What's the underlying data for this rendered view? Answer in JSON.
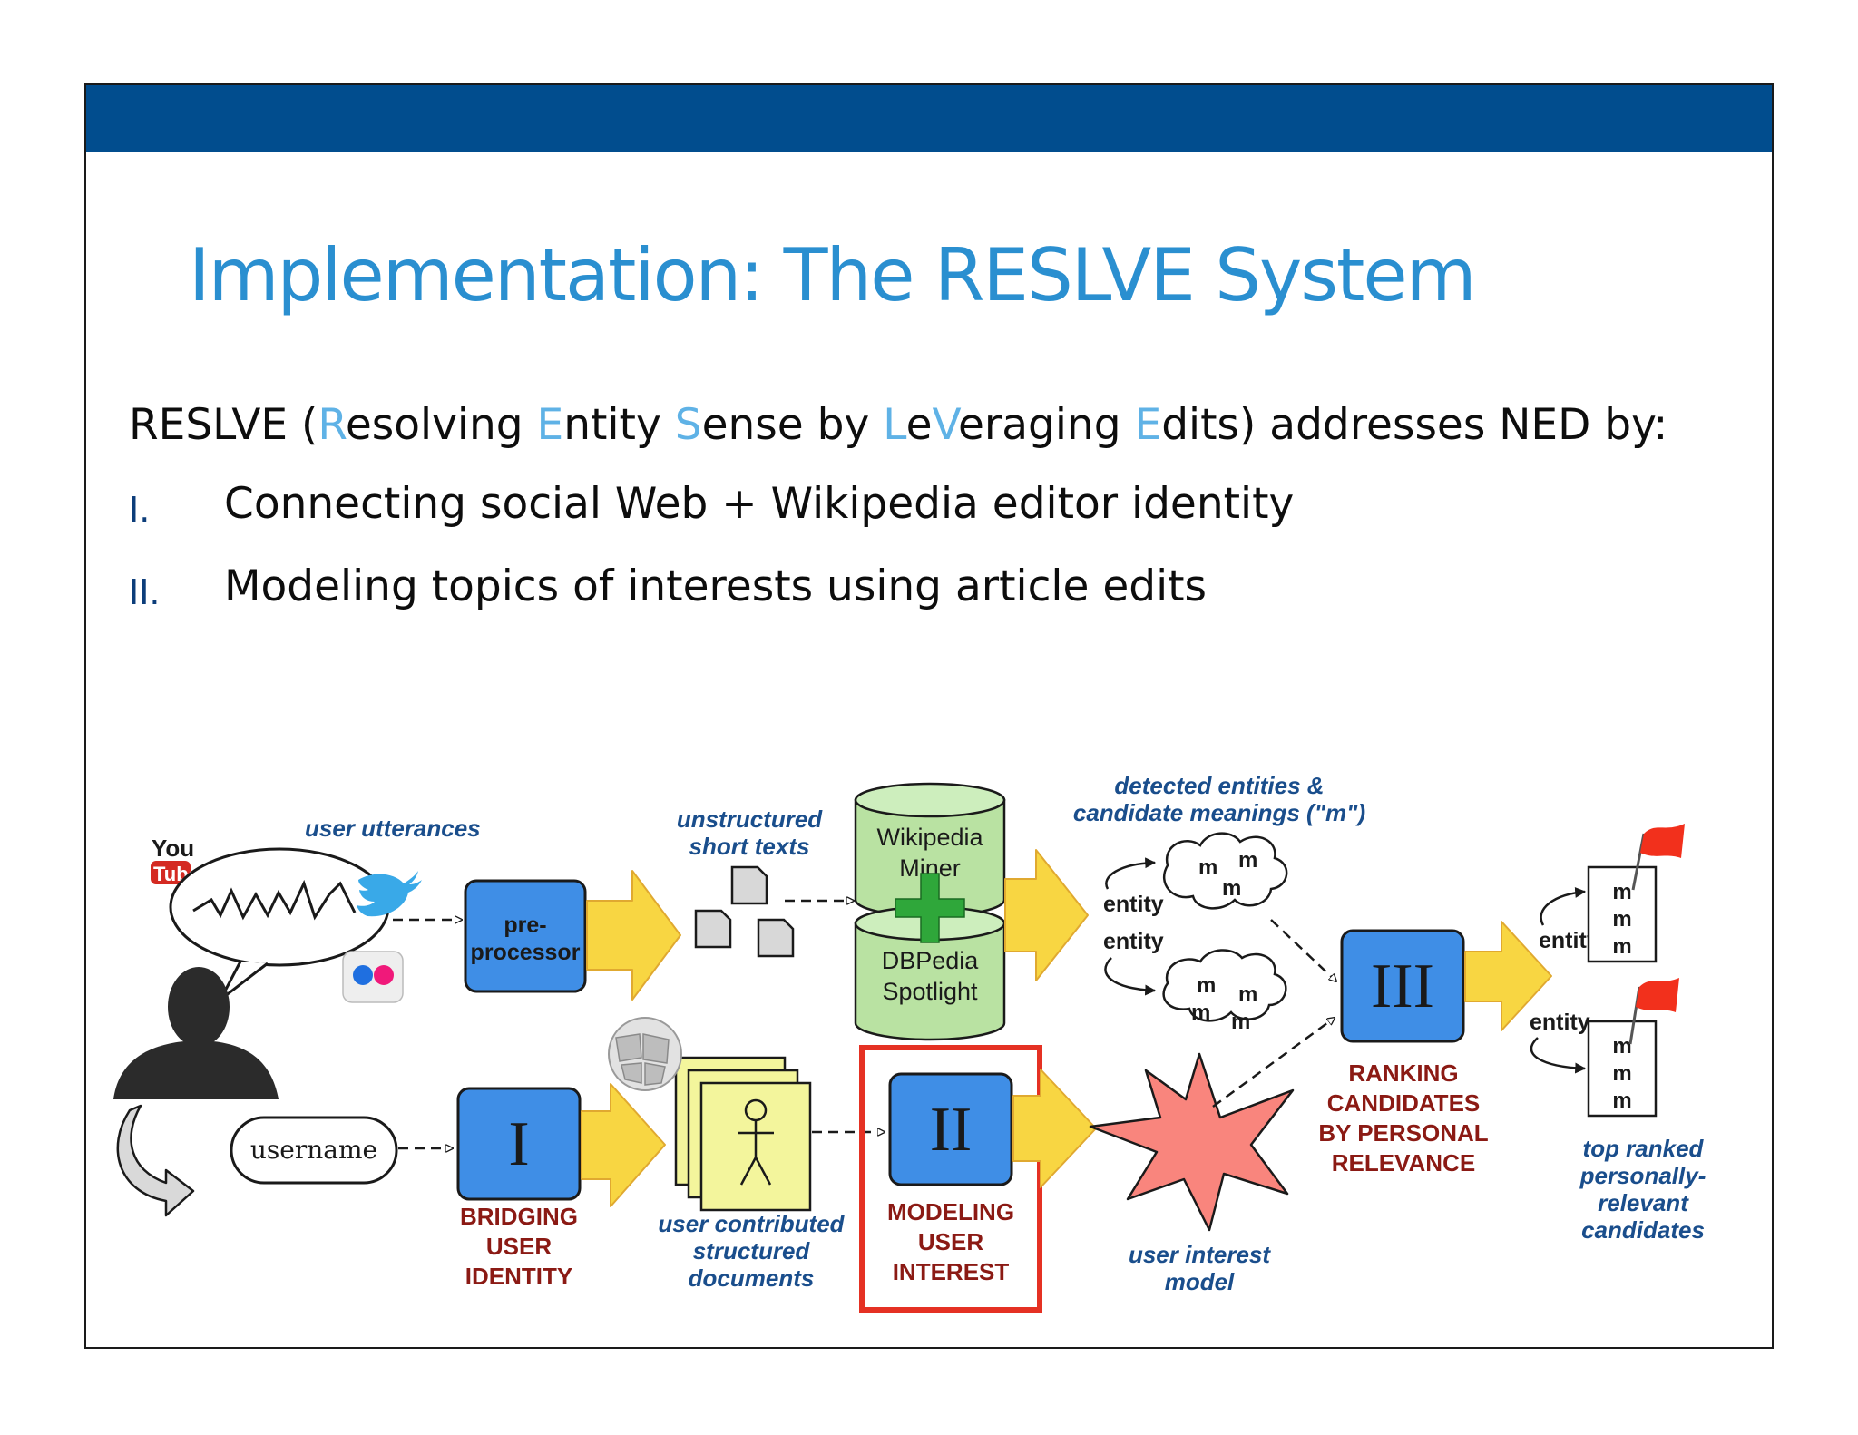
{
  "slide": {
    "title": "Implementation: The RESLVE System",
    "intro": {
      "p1": "RESLVE (",
      "h1": "R",
      "p2": "esolving ",
      "h2": "E",
      "p3": "ntity ",
      "h3": "S",
      "p4": "ense by ",
      "h4": "L",
      "p5": "e",
      "h5": "V",
      "p6": "eraging ",
      "h6": "E",
      "p7": "dits) addresses NED by:"
    },
    "bullets": [
      {
        "numeral": "I.",
        "text": "Connecting social Web + Wikipedia editor identity"
      },
      {
        "numeral": "II.",
        "text": "Modeling topics of interests using article edits"
      }
    ]
  },
  "diagram": {
    "logos": {
      "youtube_1": "You",
      "youtube_2": "Tube"
    },
    "labels": {
      "user_utterances": "user utterances",
      "unstructured_1": "unstructured",
      "unstructured_2": "short texts",
      "detected_1": "detected entities &",
      "detected_2": "candidate meanings (\"m\")",
      "preprocessor_1": "pre-",
      "preprocessor_2": "processor",
      "wikipedia_miner_1": "Wikipedia",
      "wikipedia_miner_2": "Miner",
      "dbpedia_1": "DBPedia",
      "dbpedia_2": "Spotlight",
      "entity": "entity",
      "m": "m",
      "username": "username",
      "stage_1": "I",
      "stage_2": "II",
      "stage_3": "III",
      "bridging_1": "BRIDGING",
      "bridging_2": "USER",
      "bridging_3": "IDENTITY",
      "modeling_1": "MODELING",
      "modeling_2": "USER",
      "modeling_3": "INTEREST",
      "ranking_1": "RANKING",
      "ranking_2": "CANDIDATES",
      "ranking_3": "BY PERSONAL",
      "ranking_4": "RELEVANCE",
      "ucs_1": "user contributed",
      "ucs_2": "structured",
      "ucs_3": "documents",
      "uim_1": "user interest",
      "uim_2": "model",
      "top_1": "top ranked",
      "top_2": "personally-",
      "top_3": "relevant",
      "top_4": "candidates"
    },
    "colors": {
      "stage_box": "#3f8ee6",
      "arrow_fill": "#f8d642",
      "cylinder": "#b9e2a2",
      "plus": "#2fa73a",
      "docs": "#f3f59c",
      "star": "#f9857d",
      "highlight": "#e53123",
      "label_blue": "#1a4e8c",
      "label_red": "#8b1a14",
      "flag": "#f2301c"
    }
  }
}
